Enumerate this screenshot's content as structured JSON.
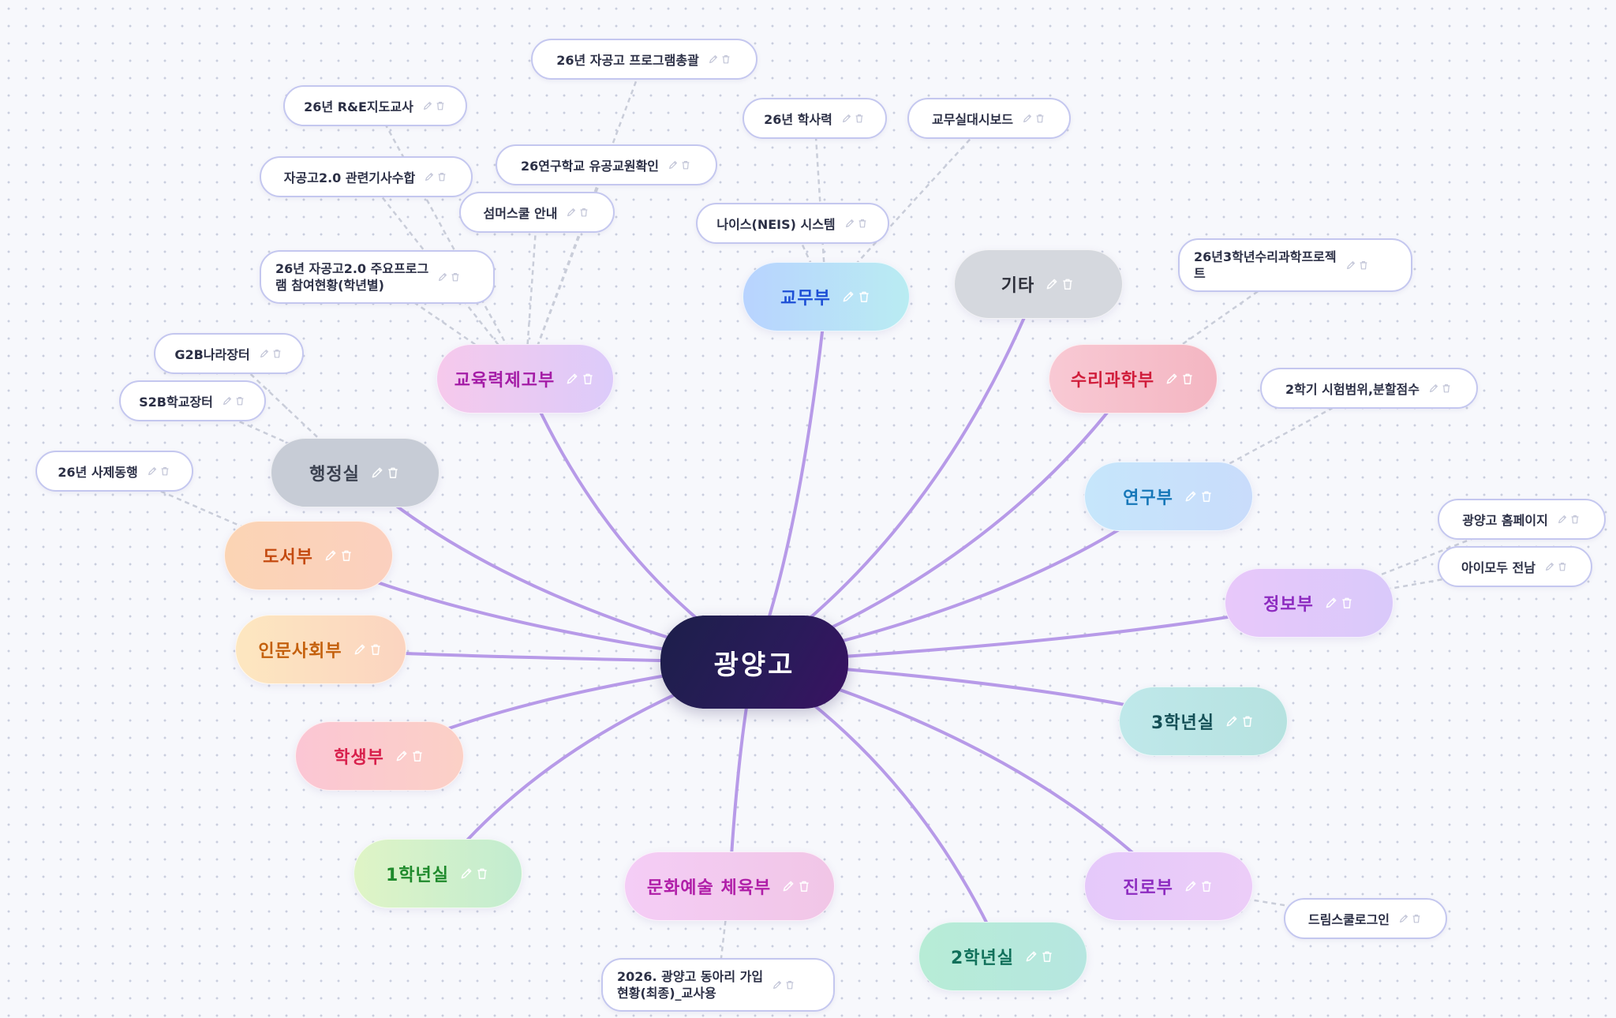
{
  "center": {
    "label": "광양고"
  },
  "categories": [
    {
      "id": "gyomu",
      "label": "교무부",
      "color": "#1d4fd6",
      "bg": "linear-gradient(90deg,#b8d3ff,#b9ecf2)",
      "children": [
        {
          "label": "26년 학사력"
        },
        {
          "label": "교무실대시보드"
        },
        {
          "label": "나이스(NEIS) 시스템"
        }
      ]
    },
    {
      "id": "gita",
      "label": "기타",
      "color": "#2d2f3a",
      "bg": "#d5d8de",
      "children": []
    },
    {
      "id": "suri",
      "label": "수리과학부",
      "color": "#d01c3a",
      "bg": "linear-gradient(90deg,#f8c9d4,#f4b6c2)",
      "children": [
        {
          "label": "26년3학년수리과학프로젝\n트"
        }
      ]
    },
    {
      "id": "yeongu",
      "label": "연구부",
      "color": "#1677b8",
      "bg": "linear-gradient(90deg,#c6e6fb,#c9dcfb)",
      "children": [
        {
          "label": "2학기 시험범위,분할점수"
        }
      ]
    },
    {
      "id": "jeongbo",
      "label": "정보부",
      "color": "#8d2bc0",
      "bg": "linear-gradient(90deg,#e8c8fa,#d9c9fa)",
      "children": [
        {
          "label": "광양고 홈페이지"
        },
        {
          "label": "아이모두 전남"
        }
      ]
    },
    {
      "id": "grade3",
      "label": "3학년실",
      "color": "#144f56",
      "bg": "linear-gradient(90deg,#bfe8ea,#b6e2e0)",
      "children": []
    },
    {
      "id": "jinro",
      "label": "진로부",
      "color": "#8d2bc0",
      "bg": "linear-gradient(90deg,#e5c9fa,#eccdf8)",
      "children": [
        {
          "label": "드림스쿨로그인"
        }
      ]
    },
    {
      "id": "grade2",
      "label": "2학년실",
      "color": "#10705a",
      "bg": "linear-gradient(90deg,#b7ecd6,#b6e6e0)",
      "children": []
    },
    {
      "id": "munhwa",
      "label": "문화예술 체육부",
      "color": "#b01ea8",
      "bg": "linear-gradient(90deg,#f4cdf6,#f1c6e6)",
      "children": [
        {
          "label": "2026. 광양고 동아리 가입\n현황(최종)_교사용"
        }
      ]
    },
    {
      "id": "grade1",
      "label": "1학년실",
      "color": "#1f8a2c",
      "bg": "linear-gradient(90deg,#dff4c6,#c2ecd0)",
      "children": []
    },
    {
      "id": "haksaeng",
      "label": "학생부",
      "color": "#d8204c",
      "bg": "linear-gradient(90deg,#fbc6d4,#fbd0c6)",
      "children": []
    },
    {
      "id": "inmun",
      "label": "인문사회부",
      "color": "#c4600c",
      "bg": "linear-gradient(90deg,#fde7c0,#fbd4c0)",
      "children": []
    },
    {
      "id": "doseo",
      "label": "도서부",
      "color": "#c44a10",
      "bg": "linear-gradient(90deg,#fbd4b4,#fbd0bf)",
      "children": [
        {
          "label": "26년 사제동행"
        }
      ]
    },
    {
      "id": "haengjeong",
      "label": "행정실",
      "color": "#3b4150",
      "bg": "#c7ccd6",
      "children": [
        {
          "label": "G2B나라장터"
        },
        {
          "label": "S2B학교장터"
        }
      ]
    },
    {
      "id": "gyoyuk",
      "label": "교육력제고부",
      "color": "#a41ca6",
      "bg": "linear-gradient(90deg,#f6c9ec,#dccbfa)",
      "children": [
        {
          "label": "26년 자공고 프로그램총괄"
        },
        {
          "label": "26년 R&E지도교사"
        },
        {
          "label": "26연구학교 유공교원확인"
        },
        {
          "label": "자공고2.0 관련기사수합"
        },
        {
          "label": "섬머스쿨 안내"
        },
        {
          "label": "26년 자공고2.0 주요프로그\n램 참여현황(학년별)"
        }
      ]
    }
  ]
}
